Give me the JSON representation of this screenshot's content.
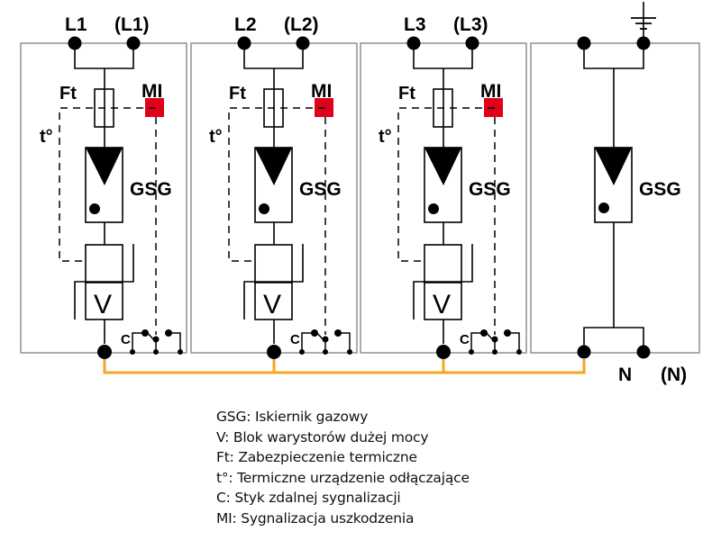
{
  "colors": {
    "frame": "#8f8f8f",
    "wire": "#000000",
    "bus": "#f5a623",
    "indicator": "#e1001a"
  },
  "modules": [
    {
      "id": "L1",
      "terminals": [
        "L1",
        "(L1)"
      ],
      "ft_label": "Ft",
      "mi_label": "MI",
      "thermal_label": "t°",
      "gsg_label": "GSG",
      "varistor_label": "V",
      "contact_label": "C"
    },
    {
      "id": "L2",
      "terminals": [
        "L2",
        "(L2)"
      ],
      "ft_label": "Ft",
      "mi_label": "MI",
      "thermal_label": "t°",
      "gsg_label": "GSG",
      "varistor_label": "V",
      "contact_label": "C"
    },
    {
      "id": "L3",
      "terminals": [
        "L3",
        "(L3)"
      ],
      "ft_label": "Ft",
      "mi_label": "MI",
      "thermal_label": "t°",
      "gsg_label": "GSG",
      "varistor_label": "V",
      "contact_label": "C"
    }
  ],
  "neutral_module": {
    "top_symbol": "ground-icon",
    "gsg_label": "GSG",
    "terminals": [
      "N",
      "(N)"
    ]
  },
  "legend": [
    "GSG: Iskiernik gazowy",
    "V: Blok warystorów dużej mocy",
    "Ft: Zabezpieczenie termiczne",
    "t°: Termiczne urządzenie odłączające",
    "C: Styk zdalnej sygnalizacji",
    "MI: Sygnalizacja uszkodzenia"
  ]
}
